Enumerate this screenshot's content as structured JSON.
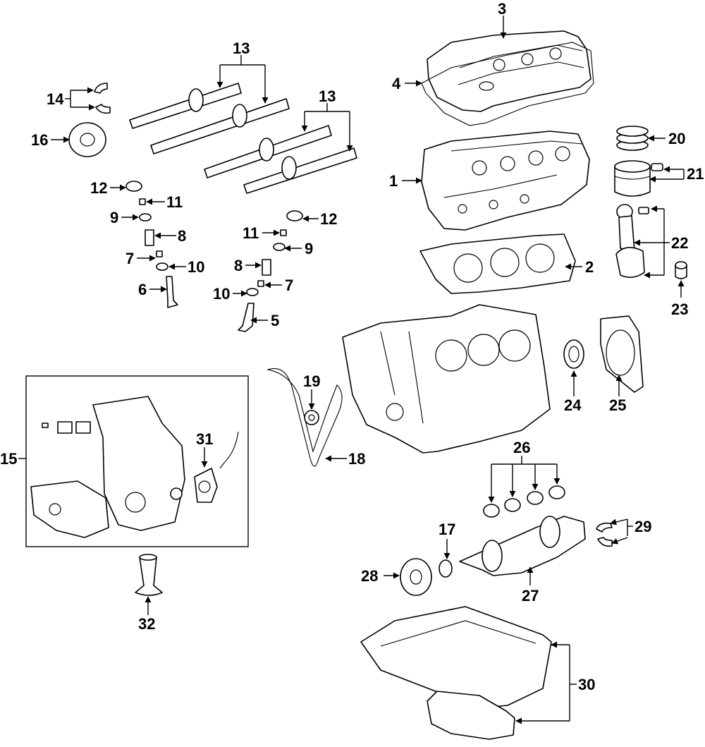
{
  "callouts": {
    "c1": "1",
    "c2": "2",
    "c3": "3",
    "c4": "4",
    "c5": "5",
    "c6": "6",
    "c7a": "7",
    "c7b": "7",
    "c8a": "8",
    "c8b": "8",
    "c9a": "9",
    "c9b": "9",
    "c10a": "10",
    "c10b": "10",
    "c11a": "11",
    "c11b": "11",
    "c12a": "12",
    "c12b": "12",
    "c13a": "13",
    "c13b": "13",
    "c14": "14",
    "c15": "15",
    "c16": "16",
    "c17": "17",
    "c18": "18",
    "c19": "19",
    "c20": "20",
    "c21": "21",
    "c22": "22",
    "c23": "23",
    "c24": "24",
    "c25": "25",
    "c26": "26",
    "c27": "27",
    "c28": "28",
    "c29": "29",
    "c30": "30",
    "c31": "31",
    "c32": "32"
  },
  "colors": {
    "line": "#000000",
    "background": "#ffffff"
  }
}
